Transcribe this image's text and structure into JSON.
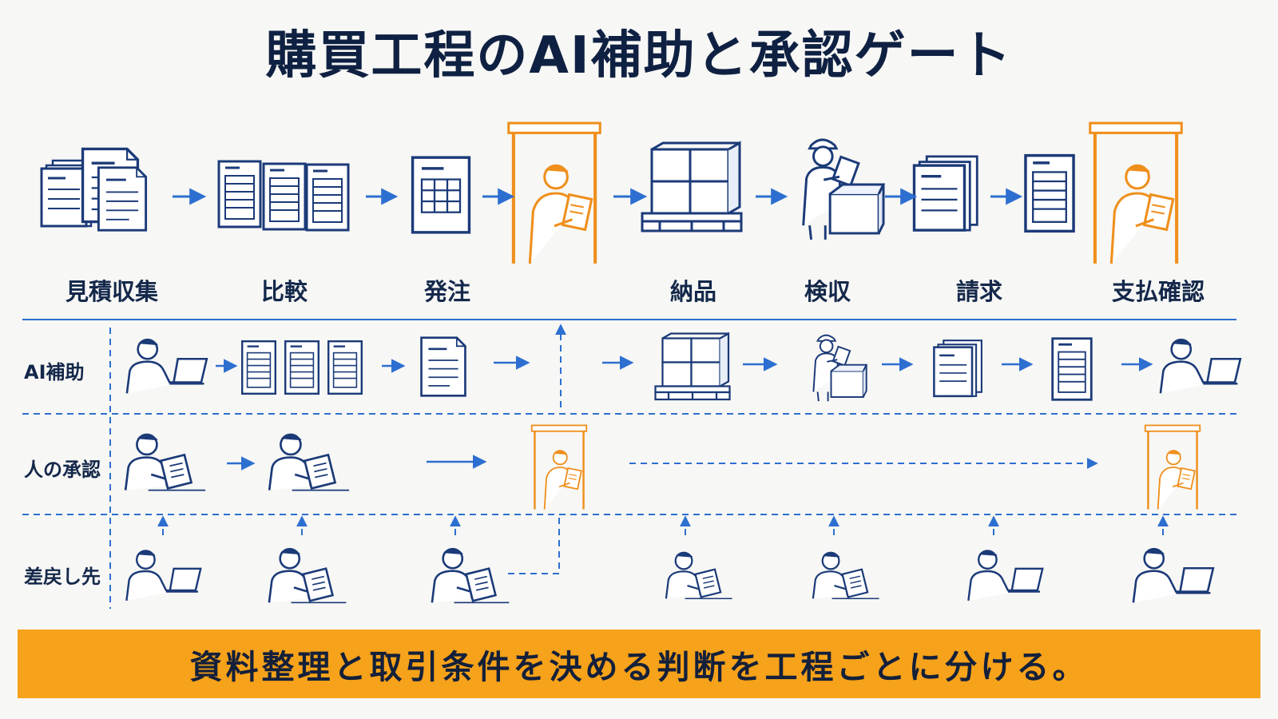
{
  "title": "購買工程のAI補助と承認ゲート",
  "stages": [
    "見積収集",
    "比較",
    "発注",
    "納品",
    "検収",
    "請求",
    "支払確認"
  ],
  "rows": [
    "AI補助",
    "人の承認",
    "差戻し先"
  ],
  "banner": "資料整理と取引条件を決める判断を工程ごとに分ける。",
  "colors": {
    "navy": "#1b3a78",
    "blue": "#2d6fd0",
    "orange": "#ef8f1c",
    "banner": "#f6a21a"
  }
}
